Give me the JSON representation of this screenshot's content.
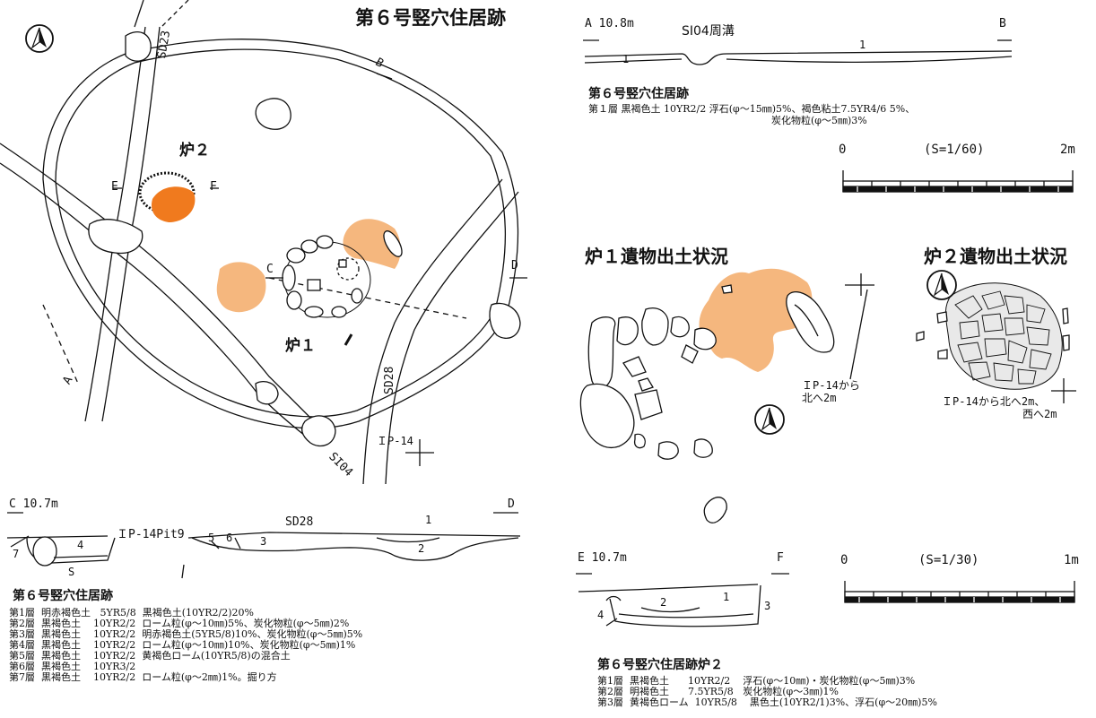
{
  "colors": {
    "ash": "#f5b77e",
    "hearth": "#f07a1e",
    "line": "#111111"
  },
  "plan": {
    "title": "第６号竪穴住居跡",
    "labels": {
      "sd23": "SD23",
      "sd28": "SD28",
      "si04": "SI04",
      "ro2": "炉２",
      "ro1": "炉１",
      "a": "A",
      "b": "B",
      "c": "C",
      "d": "D",
      "e": "E",
      "f": "F",
      "ip14": "ＩP-14"
    },
    "north_icon": "north-arrow-icon"
  },
  "section_ab": {
    "title_left": "A  10.8m",
    "right": "B",
    "ditch": "SI04周溝",
    "layer_a": "1",
    "layer_b": "1",
    "legend_title": "第６号竪穴住居跡",
    "legend_line1": "第１層  黒褐色土  10YR2/2  浮石(φ～15㎜)5%、褐色粘土7.5YR4/6  5%、",
    "legend_line2": "炭化物粒(φ～5㎜)3%"
  },
  "scale_60": {
    "zero": "0",
    "ratio": "(S=1/60)",
    "max": "2m"
  },
  "section_cd": {
    "left": "C  10.7m",
    "right": "D",
    "pit": "ＩP-14Pit9",
    "sd": "SD28",
    "nums": {
      "n1": "1",
      "n2": "2",
      "n3": "3",
      "n4": "4",
      "n5": "5",
      "n6": "6",
      "n7": "7",
      "s": "S"
    },
    "legend_title": "第６号竪穴住居跡",
    "layers": [
      "第1層  明赤褐色土   5YR5/8  黒褐色土(10YR2/2)20%",
      "第2層  黒褐色土    10YR2/2  ローム粒(φ～10㎜)5%、炭化物粒(φ～5㎜)2%",
      "第3層  黒褐色土    10YR2/2  明赤褐色土(5YR5/8)10%、炭化物粒(φ～5㎜)5%",
      "第4層  黒褐色土    10YR2/2  ローム粒(φ～10㎜)10%、炭化物粒(φ～5㎜)1%",
      "第5層  黒褐色土    10YR2/2  黄褐色ローム(10YR5/8)の混合土",
      "第6層  黒褐色土    10YR3/2",
      "第7層  黒褐色土    10YR2/2  ローム粒(φ～2㎜)1%。掘り方"
    ]
  },
  "ro1_detail": {
    "title": "炉１遺物出土状況",
    "note1": "ＩP-14から",
    "note2": "北へ2m"
  },
  "ro2_detail": {
    "title": "炉２遺物出土状況",
    "note1": "ＩP-14から北へ2m、",
    "note2": "西へ2m"
  },
  "section_ef": {
    "left": "E  10.7m",
    "right": "F",
    "nums": {
      "n1": "1",
      "n2": "2",
      "n3": "3",
      "n4": "4"
    },
    "legend_title": "第６号竪穴住居跡炉２",
    "layers": [
      "第1層  黒褐色土      10YR2/2    浮石(φ～10㎜)・炭化物粒(φ～5㎜)3%",
      "第2層  明褐色土      7.5YR5/8   炭化物粒(φ～3㎜)1%",
      "第3層  黄褐色ローム  10YR5/8    黒色土(10YR2/1)3%、浮石(φ～20㎜)5%"
    ]
  },
  "scale_30": {
    "zero": "0",
    "ratio": "(S=1/30)",
    "max": "1m"
  }
}
